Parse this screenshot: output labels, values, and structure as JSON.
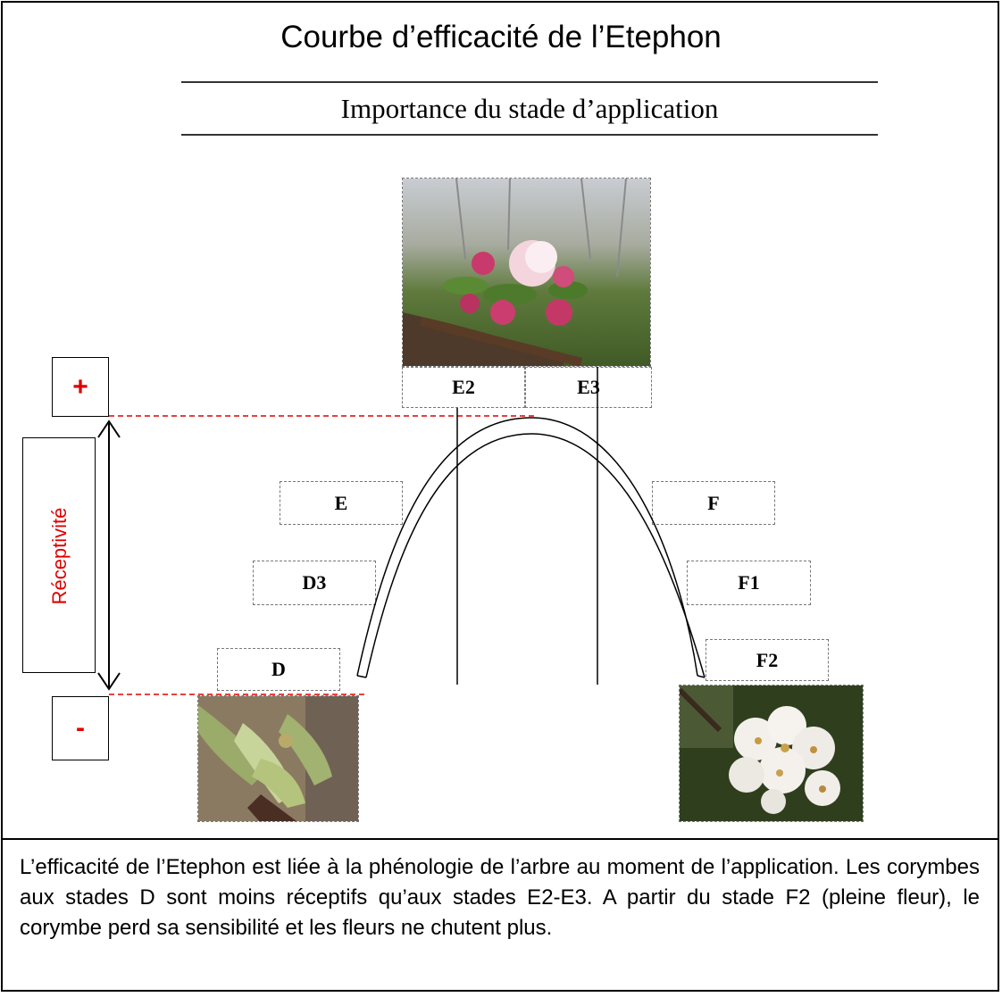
{
  "title": "Courbe d’efficacité de l’Etephon",
  "subtitle": "Importance du stade d’application",
  "axis": {
    "plus": "+",
    "minus": "-",
    "label": "Réceptivité"
  },
  "stages": {
    "d": "D",
    "d3": "D3",
    "e": "E",
    "e2": "E2",
    "e3": "E3",
    "f": "F",
    "f1": "F1",
    "f2": "F2"
  },
  "photos": {
    "top": "pink-apple-blossom-buds-photo",
    "left": "green-bud-stage-d-photo",
    "right": "white-full-bloom-photo"
  },
  "colors": {
    "accent_red": "#e00000",
    "frame": "#000000"
  },
  "caption": "L’efficacité de l’Etephon est liée à la phénologie de l’arbre au moment de l’application. Les corymbes aux stades D sont moins réceptifs qu’aux stades E2-E3. A partir du stade F2 (pleine fleur), le corymbe perd sa sensibilité et les fleurs ne chutent plus."
}
